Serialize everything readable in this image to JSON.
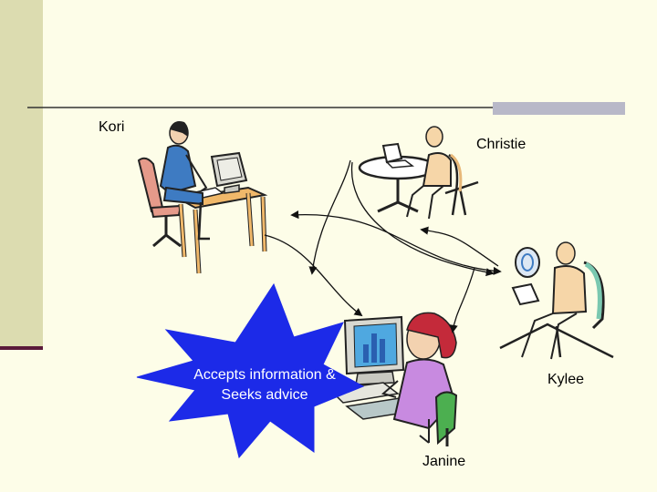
{
  "slide": {
    "left_bar_color": "#DCDCB0",
    "left_bar_edge_color": "#5A1A3A",
    "rule_color": "#333333",
    "accent_bar_color": "#B8B8C8"
  },
  "people": {
    "kori": "Kori",
    "christie": "Christie",
    "kylee": "Kylee",
    "janine": "Janine"
  },
  "burst": {
    "line1": "Accepts information &",
    "line2": "Seeks advice",
    "color": "#1C2AE8"
  },
  "icons": [
    "desk-worker-clipart",
    "laptop-table-clipart",
    "laptop-chair-clipart",
    "computer-user-clipart",
    "starburst-shape",
    "curved-arrow"
  ]
}
